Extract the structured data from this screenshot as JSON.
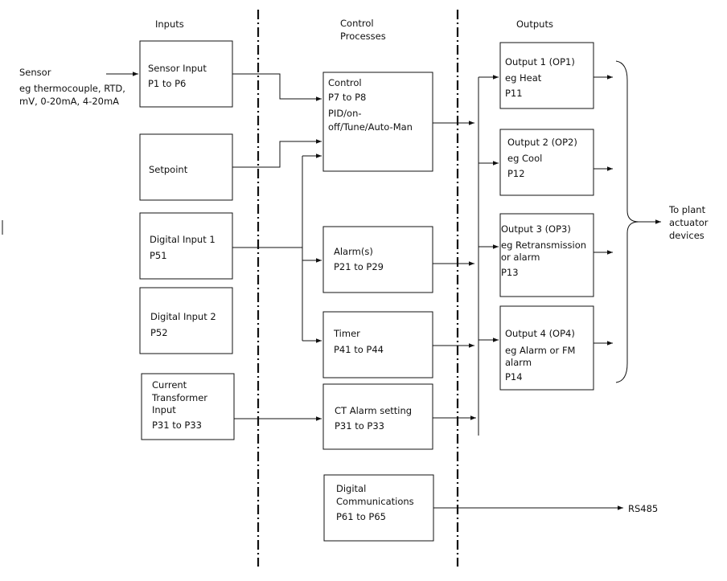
{
  "headings": {
    "inputs": "Inputs",
    "control_line1": "Control",
    "control_line2": "Processes",
    "outputs": "Outputs"
  },
  "sensor_label": {
    "line1": "Sensor",
    "line2": "eg thermocouple, RTD,",
    "line3": "mV, 0-20mA, 4-20mA"
  },
  "inputs": {
    "sensor": {
      "line1": "Sensor Input",
      "line2": "P1 to P6"
    },
    "setpoint": {
      "line1": "Setpoint"
    },
    "digital1": {
      "line1": "Digital Input 1",
      "line2": "P51"
    },
    "digital2": {
      "line1": "Digital Input 2",
      "line2": "P52"
    },
    "ct": {
      "line1": "Current",
      "line2": "Transformer",
      "line3": "Input",
      "line4": "P31 to P33"
    }
  },
  "processes": {
    "control": {
      "line1": "Control",
      "line2": "P7 to P8",
      "line3": "PID/on-",
      "line4": "off/Tune/Auto-Man"
    },
    "alarms": {
      "line1": "Alarm(s)",
      "line2": "P21 to P29"
    },
    "timer": {
      "line1": "Timer",
      "line2": "P41 to P44"
    },
    "ct_alarm": {
      "line1": "CT Alarm setting",
      "line2": "P31 to P33"
    },
    "digital_comms": {
      "line1": "Digital",
      "line2": "Communications",
      "line3": "P61 to P65"
    }
  },
  "outputs": {
    "op1": {
      "line1": "Output 1 (OP1)",
      "line2": "eg Heat",
      "line3": "P11"
    },
    "op2": {
      "line1": "Output 2 (OP2)",
      "line2": "eg Cool",
      "line3": "P12"
    },
    "op3": {
      "line1": "Output 3 (OP3)",
      "line2": "eg Retransmission",
      "line3": "or alarm",
      "line4": "P13"
    },
    "op4": {
      "line1": "Output 4 (OP4)",
      "line2": "eg Alarm or FM",
      "line3": "alarm",
      "line4": "P14"
    }
  },
  "plant_label": {
    "line1": "To plant",
    "line2": "actuator",
    "line3": "devices"
  },
  "rs485_label": "RS485"
}
